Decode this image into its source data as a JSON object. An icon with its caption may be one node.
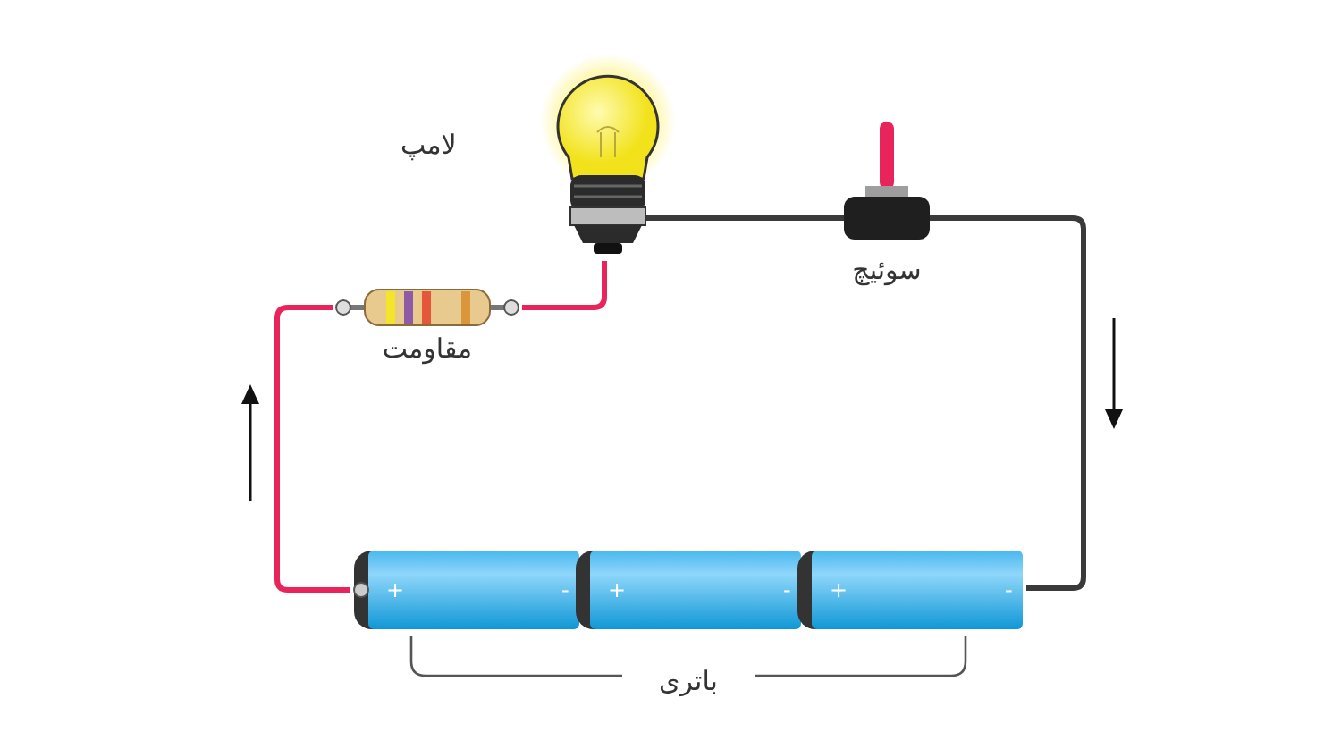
{
  "diagram": {
    "nodes": [
      {
        "text": [
          "لامپ"
        ]
      },
      {
        "text": [
          "سوئیچ"
        ]
      },
      {
        "text": [
          "مقاومت"
        ]
      },
      {
        "text": [
          "باتری"
        ]
      }
    ],
    "edges": [
      {
        "from": 0,
        "to": 1,
        "arrow": "none"
      },
      {
        "from": 1,
        "to": 3,
        "arrow": "none"
      },
      {
        "from": 3,
        "to": 2,
        "arrow": "none",
        "color": "#e8245a"
      },
      {
        "from": 2,
        "to": 0,
        "arrow": "none",
        "color": "#e8245a"
      }
    ],
    "labels": [
      "+",
      "-",
      "+",
      "-",
      "+",
      "-"
    ]
  }
}
